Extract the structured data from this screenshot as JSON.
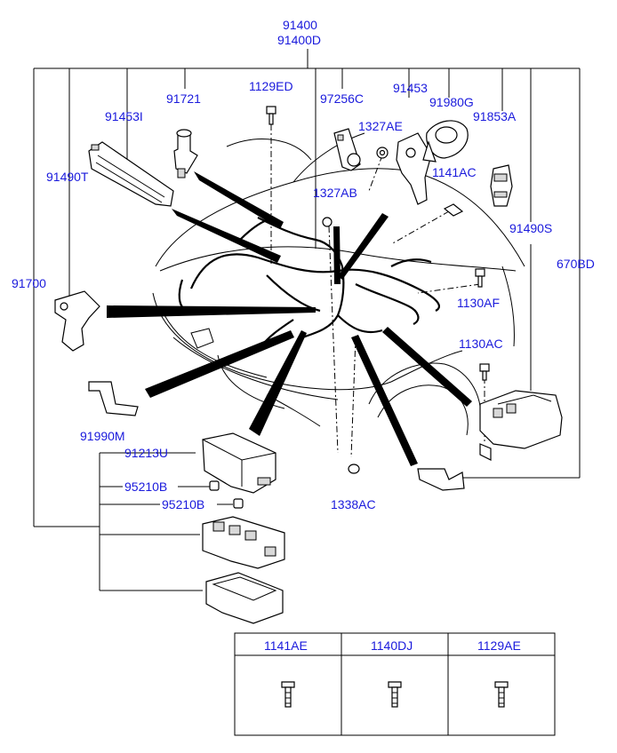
{
  "labels": {
    "main_top": "91400",
    "main_bottom": "91400D",
    "p91721": "91721",
    "p1129ED": "1129ED",
    "p97256C": "97256C",
    "p91453": "91453",
    "p91980G": "91980G",
    "p91453I": "91453I",
    "p1327AE": "1327AE",
    "p91853A": "91853A",
    "p91490T": "91490T",
    "p1141AC": "1141AC",
    "p1327AB": "1327AB",
    "p91490S": "91490S",
    "p670BD": "670BD",
    "p91700": "91700",
    "p1130AF": "1130AF",
    "p1130AC": "1130AC",
    "p91990M": "91990M",
    "p91213U": "91213U",
    "p95210B_1": "95210B",
    "p95210B_2": "95210B",
    "p1338AC": "1338AC"
  },
  "legend": {
    "headers": [
      "1141AE",
      "1140DJ",
      "1129AE"
    ]
  },
  "colors": {
    "label": "#1a1adc",
    "line": "#000000"
  }
}
